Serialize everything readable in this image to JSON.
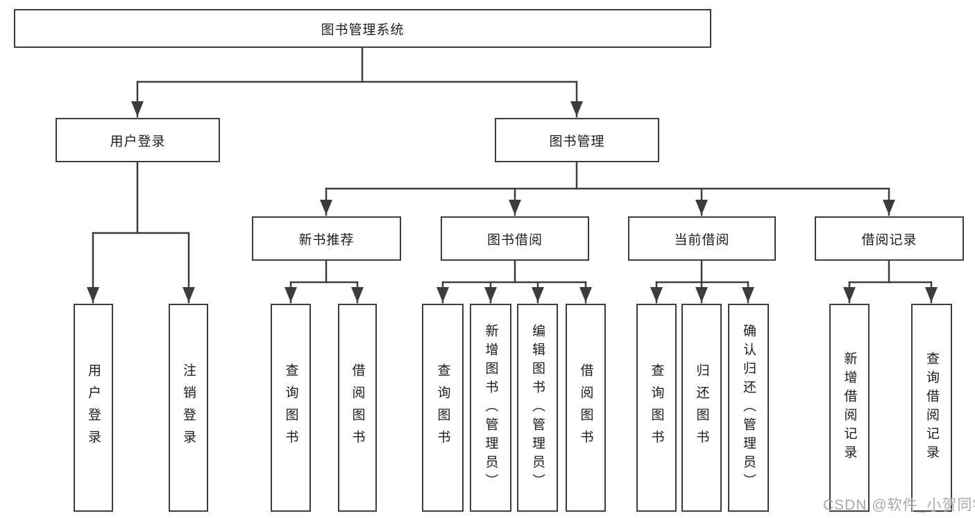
{
  "diagram": {
    "root": {
      "label": "图书管理系统"
    },
    "branches": {
      "user_login": {
        "label": "用户登录"
      },
      "book_mgmt": {
        "label": "图书管理"
      }
    },
    "modules": {
      "new_book": {
        "label": "新书推荐"
      },
      "book_borrow": {
        "label": "图书借阅"
      },
      "current_borrow": {
        "label": "当前借阅"
      },
      "borrow_record": {
        "label": "借阅记录"
      }
    },
    "leaves": {
      "user_login": [
        "用户登录",
        "注销登录"
      ],
      "new_book": [
        "查询图书",
        "借阅图书"
      ],
      "book_borrow": [
        "查询图书",
        "新增图书（管理员）",
        "编辑图书（管理员）",
        "借阅图书"
      ],
      "current_borrow": [
        "查询图书",
        "归还图书",
        "确认归还（管理员）"
      ],
      "borrow_record": [
        "新增借阅记录",
        "查询借阅记录"
      ]
    }
  },
  "watermark": {
    "text": "CSDN @软件_小贺同学"
  },
  "colors": {
    "line": "#3c3c3c",
    "text": "#1c1c1c",
    "background": "#ffffff",
    "watermark": "#9b9b9b"
  }
}
